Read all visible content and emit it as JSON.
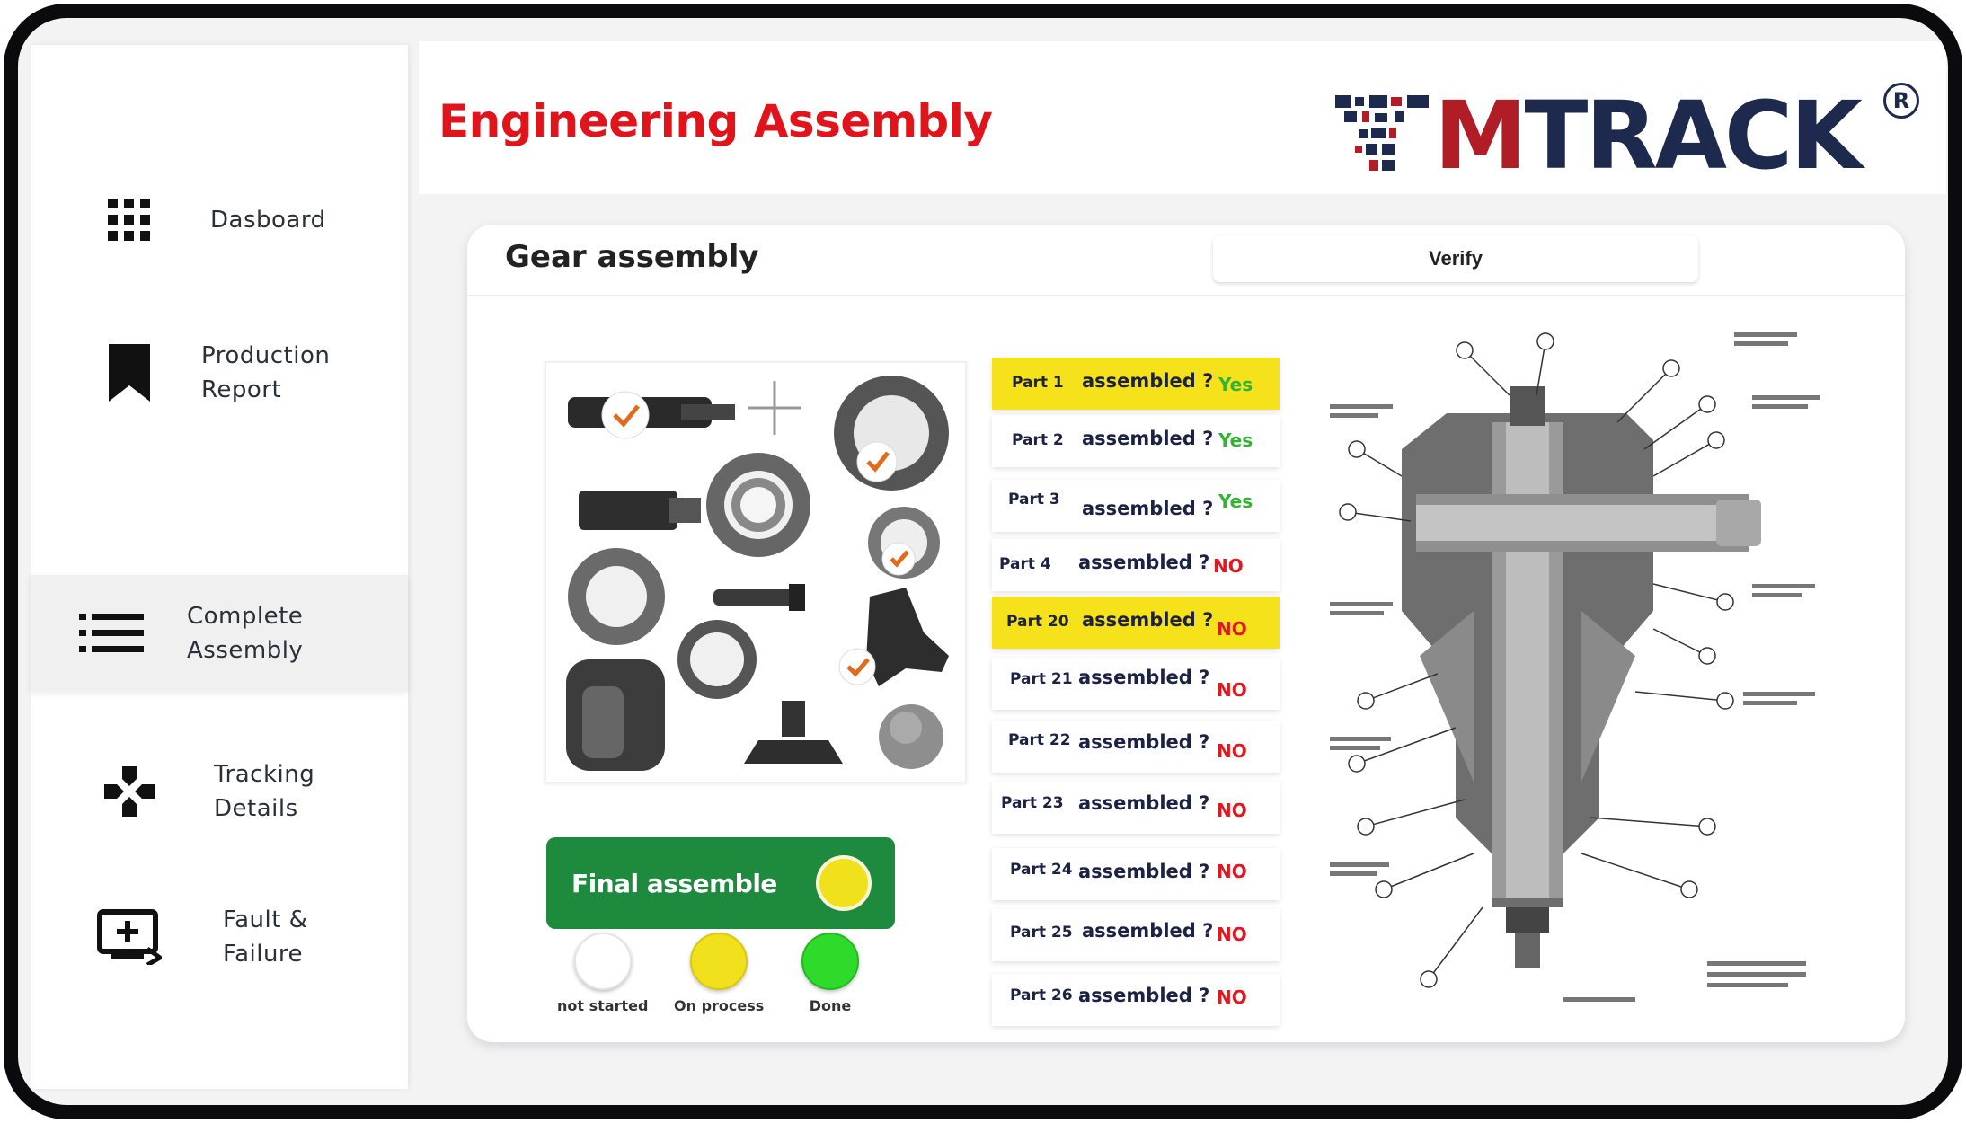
{
  "header": {
    "title": "Engineering Assembly",
    "logo_text_m": "M",
    "logo_text_rest": "TRACK",
    "logo_reg": "R"
  },
  "sidebar": {
    "items": [
      {
        "label": "Dasboard",
        "icon": "grid-icon"
      },
      {
        "label": "Production\nReport",
        "icon": "bookmark-icon"
      },
      {
        "label": "Complete\nAssembly",
        "icon": "list-icon",
        "active": true
      },
      {
        "label": "Tracking\nDetails",
        "icon": "gamepad-icon"
      },
      {
        "label": "Fault &\nFailure",
        "icon": "screen-add-icon"
      }
    ]
  },
  "card": {
    "title": "Gear assembly",
    "verify_label": "Verify"
  },
  "final_assemble": {
    "label": "Final assemble",
    "status_color": "#f1e01c"
  },
  "legend": [
    {
      "label": "not started",
      "color": "#ffffff"
    },
    {
      "label": "On process",
      "color": "#f1e01c"
    },
    {
      "label": "Done",
      "color": "#2fdb2a"
    }
  ],
  "parts": [
    {
      "name": "Part 1",
      "question": "assembled ?",
      "status": "Yes",
      "highlight": true
    },
    {
      "name": "Part 2",
      "question": "assembled ?",
      "status": "Yes",
      "highlight": false
    },
    {
      "name": "Part 3",
      "question": "assembled ?",
      "status": "Yes",
      "highlight": false
    },
    {
      "name": "Part 4",
      "question": "assembled ?",
      "status": "NO",
      "highlight": false
    },
    {
      "name": "Part 20",
      "question": "assembled ?",
      "status": "NO",
      "highlight": true
    },
    {
      "name": "Part 21",
      "question": "assembled ?",
      "status": "NO",
      "highlight": false
    },
    {
      "name": "Part 22",
      "question": "assembled ?",
      "status": "NO",
      "highlight": false
    },
    {
      "name": "Part 23",
      "question": "assembled ?",
      "status": "NO",
      "highlight": false
    },
    {
      "name": "Part 24",
      "question": "assembled ?",
      "status": "NO",
      "highlight": false
    },
    {
      "name": "Part 25",
      "question": "assembled ?",
      "status": "NO",
      "highlight": false
    },
    {
      "name": "Part 26",
      "question": "assembled ?",
      "status": "NO",
      "highlight": false
    }
  ],
  "colors": {
    "accent_red": "#e1141c",
    "logo_navy": "#1d2a4d",
    "final_green": "#1e8a3e",
    "highlight_yellow": "#f6e21a",
    "yes_green": "#33b333",
    "no_red": "#e01820"
  }
}
